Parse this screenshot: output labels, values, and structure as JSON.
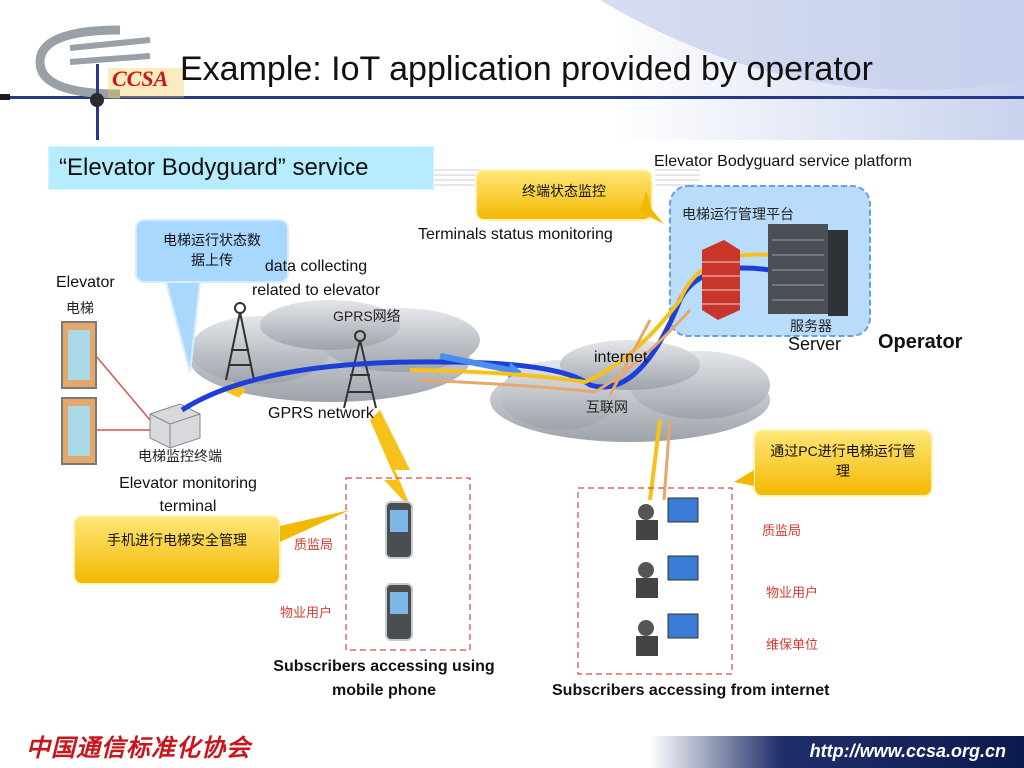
{
  "header": {
    "title": "Example: IoT application provided by operator",
    "logo_text": "CCSA",
    "service_label": "“Elevator Bodyguard” service"
  },
  "labels": {
    "platform": "Elevator Bodyguard service platform",
    "terminals_status": "Terminals status monitoring",
    "data_collecting_1": "data collecting",
    "data_collecting_2": "related to elevator",
    "elevator": "Elevator",
    "gprs_network": "GPRS network",
    "internet": "internet",
    "server": "Server",
    "operator": "Operator",
    "emt_1": "Elevator monitoring",
    "emt_2": "terminal",
    "mobile_1": "Subscribers accessing using",
    "mobile_2": "mobile phone",
    "internet_subs": "Subscribers accessing from internet"
  },
  "chinese": {
    "callout_status_1": "电梯运行状态数",
    "callout_status_2": "据上传",
    "callout_terminal": "终端状态监控",
    "callout_pc_1": "通过PC进行电梯运行管",
    "callout_pc_2": "理",
    "callout_mobile": "手机进行电梯安全管理",
    "elevator": "电梯",
    "gprs": "GPRS网络",
    "internet": "互联网",
    "platform": "电梯运行管理平台",
    "server": "服务器",
    "terminal": "电梯监控终端",
    "quality_1": "质监局",
    "property_1": "物业用户",
    "quality_2": "质监局",
    "property_2": "物业用户",
    "maintenance": "维保单位"
  },
  "footer": {
    "org_cn": "中国通信标准化协会",
    "url": "http://www.ccsa.org.cn"
  },
  "colors": {
    "accent_blue": "#1d3ed8",
    "link_yellow": "#f6c21a",
    "callout_yellow": "#f5c516",
    "callout_blue": "#a9d8ff",
    "service_box": "#b6ecff",
    "logo_red": "#c8161d"
  }
}
